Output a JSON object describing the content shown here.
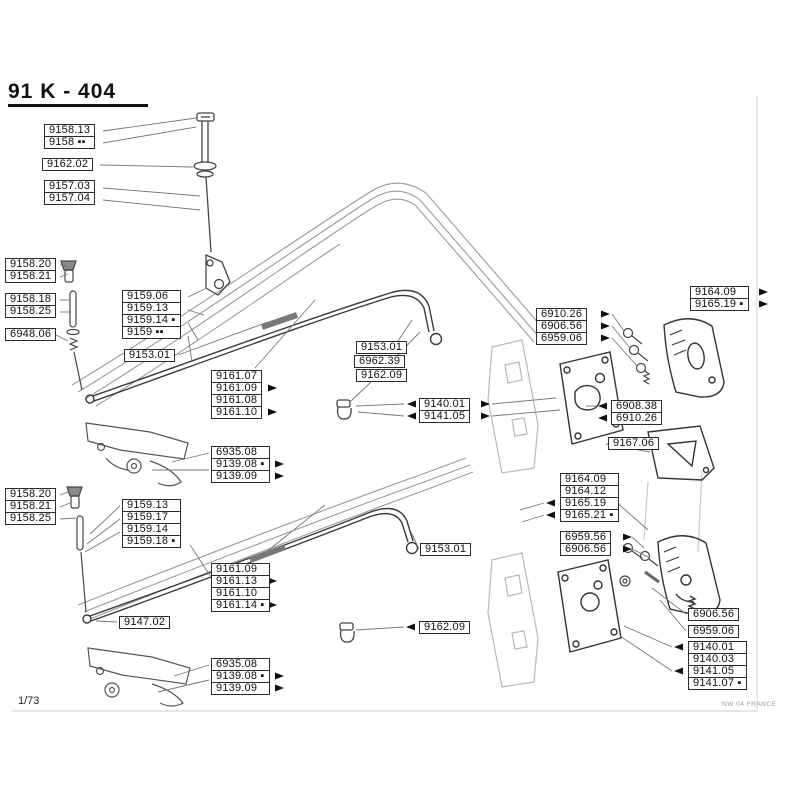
{
  "page": {
    "title": "91 K - 404",
    "page_number": "1/73",
    "watermark": "NW 04 FRANCE"
  },
  "labels": {
    "bolt_top": [
      "9158.13",
      "9158 ▪▪"
    ],
    "washer_top": [
      "9162.02"
    ],
    "rod_top": [
      "9157.03",
      "9157.04"
    ],
    "knob_upper": [
      "9158.20",
      "9158.21"
    ],
    "pin_upper": [
      "9158.18",
      "9158.25"
    ],
    "spring_upper": [
      "6948.06"
    ],
    "bushings_upper": [
      "9159.06",
      "9159.13",
      "9159.14 ▪",
      "9159 ▪▪"
    ],
    "sleeve_upper_left": [
      "9153.01"
    ],
    "rods_upper": [
      "9161.07",
      "9161.09",
      "9161.08",
      "9161.10"
    ],
    "sleeve_upper_mid": [
      "9153.01"
    ],
    "link_mid": [
      "6962.39"
    ],
    "clip_upper": [
      "9162.09"
    ],
    "lock_clips_upper": [
      "9140.01",
      "9141.05"
    ],
    "striker_upper": [
      "9164.09",
      "9165.19 ▪"
    ],
    "screws_upper": [
      "6910.26",
      "6906.56",
      "6959.06"
    ],
    "screws_plate_upper": [
      "6908.38",
      "6910.26"
    ],
    "bracket_right": [
      "9167.06"
    ],
    "latch_upper": [
      "6935.08",
      "9139.08 ▪",
      "9139.09"
    ],
    "knob_lower": [
      "9158.20",
      "9158.21",
      "9158.25"
    ],
    "bushings_lower": [
      "9159.13",
      "9159.17",
      "9159.14",
      "9159.18 ▪"
    ],
    "rods_lower": [
      "9161.09",
      "9161.13",
      "9161.10",
      "9161.14 ▪"
    ],
    "circlip_lower": [
      "9147.02"
    ],
    "sleeve_lower": [
      "9153.01"
    ],
    "clip_lower": [
      "9162.09"
    ],
    "latch_lower": [
      "6935.08",
      "9139.08 ▪",
      "9139.09"
    ],
    "striker_lower": [
      "9164.09",
      "9164.12",
      "9165.19",
      "9165.21 ▪"
    ],
    "screws_lower": [
      "6959.56",
      "6906.56"
    ],
    "screw_right_lower": [
      "6906.56"
    ],
    "spring_right_lower": [
      "6959.06"
    ],
    "lock_clips_lower": [
      "9140.01",
      "9140.03",
      "9141.05",
      "9141.07 ▪"
    ]
  }
}
